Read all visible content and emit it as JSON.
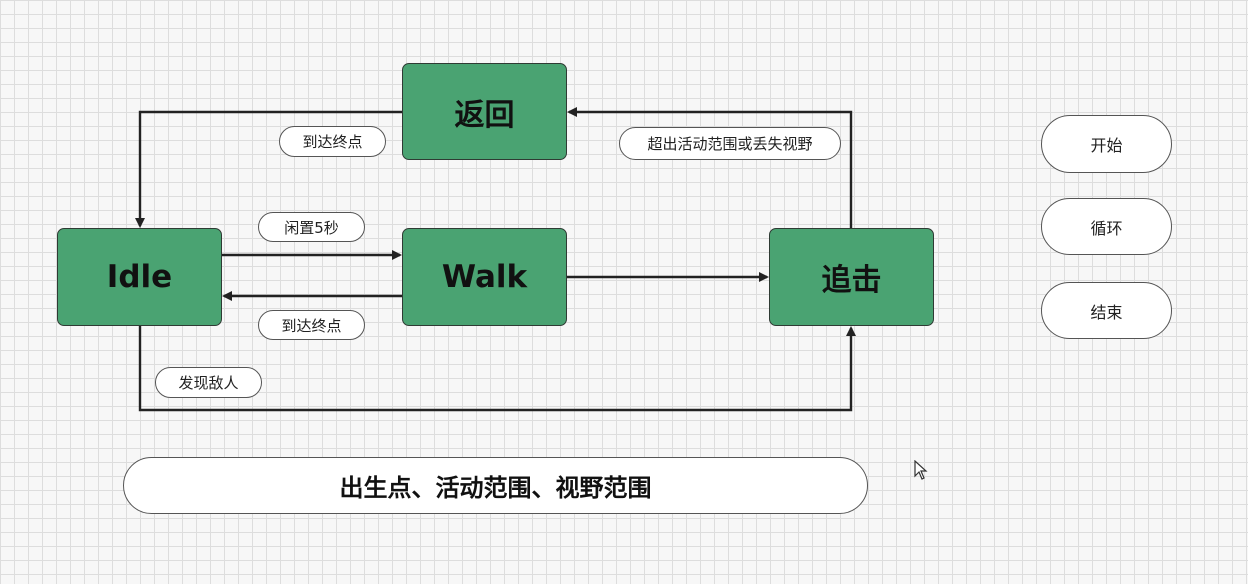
{
  "diagram": {
    "states": {
      "idle": "Idle",
      "walk": "Walk",
      "return": "返回",
      "chase": "追击"
    },
    "transitions": {
      "idle_to_walk": "闲置5秒",
      "walk_to_idle": "到达终点",
      "return_to_idle": "到达终点",
      "chase_to_return": "超出活动范围或丢失视野",
      "idle_to_chase": "发现敌人"
    },
    "legend": [
      "开始",
      "循环",
      "结束"
    ],
    "banner": "出生点、活动范围、视野范围"
  },
  "colors": {
    "state_fill": "#4aa372",
    "connector": "#222222",
    "pill_fill": "#ffffff"
  }
}
